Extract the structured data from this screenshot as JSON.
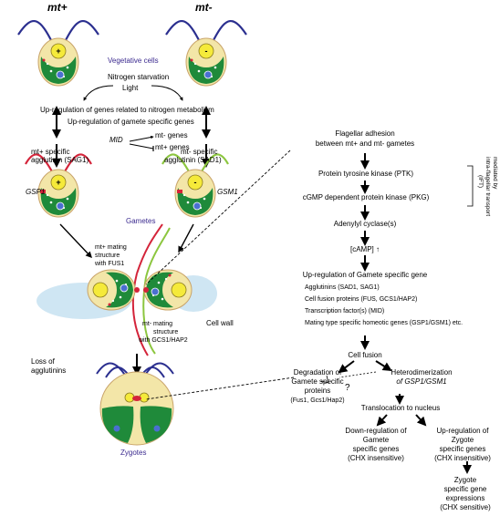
{
  "cells": {
    "mt_plus": "mt+",
    "mt_minus": "mt-",
    "vegetative_cells": "Vegetative cells",
    "gametes": "Gametes",
    "zygotes": "Zygotes",
    "cell_wall": "Cell wall",
    "loss_of_agglutinins": [
      "Loss of",
      "agglutinins"
    ]
  },
  "left_flow": {
    "nitrogen_starvation": "Nitrogen starvation",
    "light": "Light",
    "upregulation_nitrogen": "Up-regulation of genes related to nitrogen metabolism",
    "upregulation_gamete": "Up-regulation of gamete specific genes",
    "mid": "MID",
    "mt_minus_genes": "mt- genes",
    "mt_plus_genes": "mt+ genes",
    "mt_plus_agglutinin": [
      "mt+ specific",
      "agglutinin (SAG1)"
    ],
    "mt_minus_agglutinin": [
      "mt- specific",
      "agglutinin (SAD1)"
    ],
    "gsp1": "GSP1",
    "gsm1": "GSM1",
    "mt_plus_mating": [
      "mt+ mating",
      "structure",
      "with FUS1"
    ],
    "mt_minus_mating": [
      "mt- mating",
      "structure",
      "with GCS1/HAP2"
    ]
  },
  "right_flow": {
    "flagellar_adhesion": [
      "Flagellar adhesion",
      "between mt+ and mt- gametes"
    ],
    "ptk": "Protein tyrosine kinase (PTK)",
    "pkg": "cGMP dependent protein kinase (PKG)",
    "ift_note": [
      "mediated by",
      "intra-flagellar transport",
      "(IFT)"
    ],
    "adenylyl": "Adenylyl cyclase(s)",
    "camp": "[cAMP] ↑",
    "upregulation_gamete_gene": "Up-regulation of Gamete specific gene",
    "list": [
      "Agglutinins (SAD1, SAG1)",
      "Cell fusion proteins (FUS, GCS1/HAP2)",
      "Transcription factor(s) (MID)",
      "Mating type specific homeotic genes (GSP1/GSM1) etc."
    ],
    "cell_fusion": "Cell fusion",
    "degradation": [
      "Degradation of",
      "Gamete specific",
      "proteins"
    ],
    "degradation_sub": "(Fus1, Gcs1/Hap2)",
    "heterodimerization": [
      "Heterodimerization",
      "of GSP1/GSM1"
    ],
    "question": "?",
    "translocation": "Translocation to nucleus",
    "down_regulation": [
      "Down-regulation of",
      "Gamete",
      "specific genes",
      "(CHX insensitive)"
    ],
    "up_regulation_zygote": [
      "Up-regulation of",
      "Zygote",
      "specific genes",
      "(CHX insensitive)"
    ],
    "zygote_expression": [
      "Zygote",
      "specific gene",
      "expressions",
      "(CHX sensitive)"
    ]
  },
  "colors": {
    "flagella_blue": "#2b2f8f",
    "flagella_red": "#d4243a",
    "flagella_green": "#8cc63f",
    "chloroplast": "#1f8a3a",
    "cell_fill": "#f3e6a8",
    "nucleus_yellow": "#f5ea3a",
    "blue_label": "#3b2a8f",
    "cell_wall_blue": "#cfe6f3"
  }
}
